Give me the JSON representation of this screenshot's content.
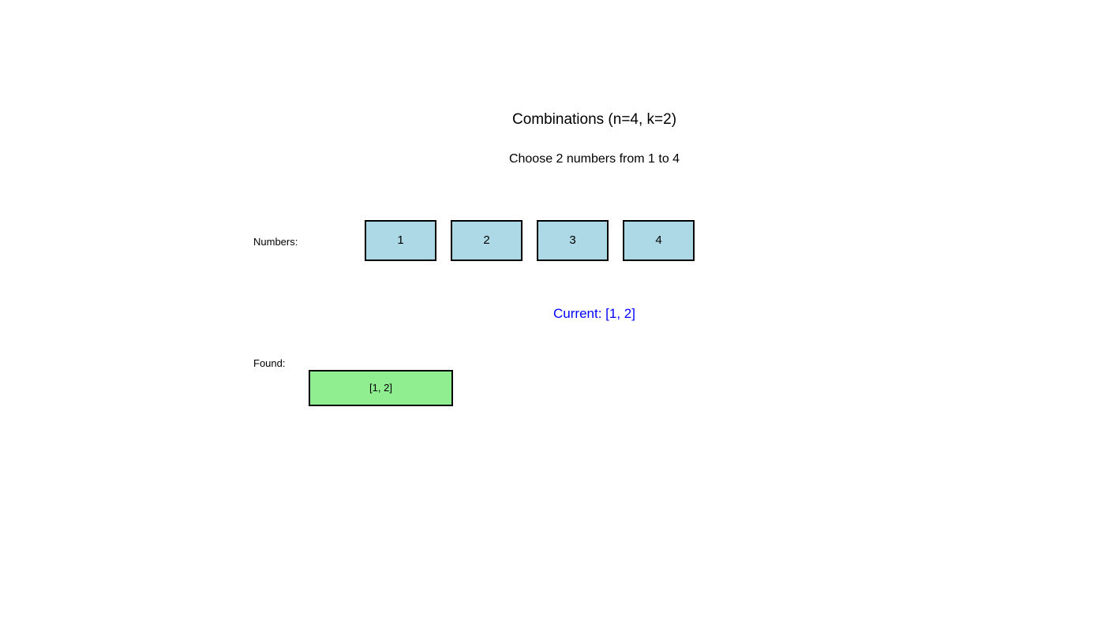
{
  "title": "Combinations (n=4, k=2)",
  "subtitle": "Choose 2 numbers from 1 to 4",
  "numbers": {
    "label": "Numbers:",
    "items": [
      "1",
      "2",
      "3",
      "4"
    ]
  },
  "current": {
    "text": "Current: [1, 2]"
  },
  "found": {
    "label": "Found:",
    "items": [
      "[1, 2]"
    ]
  },
  "colors": {
    "background": "#FFFFFF",
    "number_box_fill": "#ADD8E6",
    "found_box_fill": "#90EE90",
    "box_border": "#000000",
    "current_text": "#0000FF",
    "text": "#000000"
  }
}
